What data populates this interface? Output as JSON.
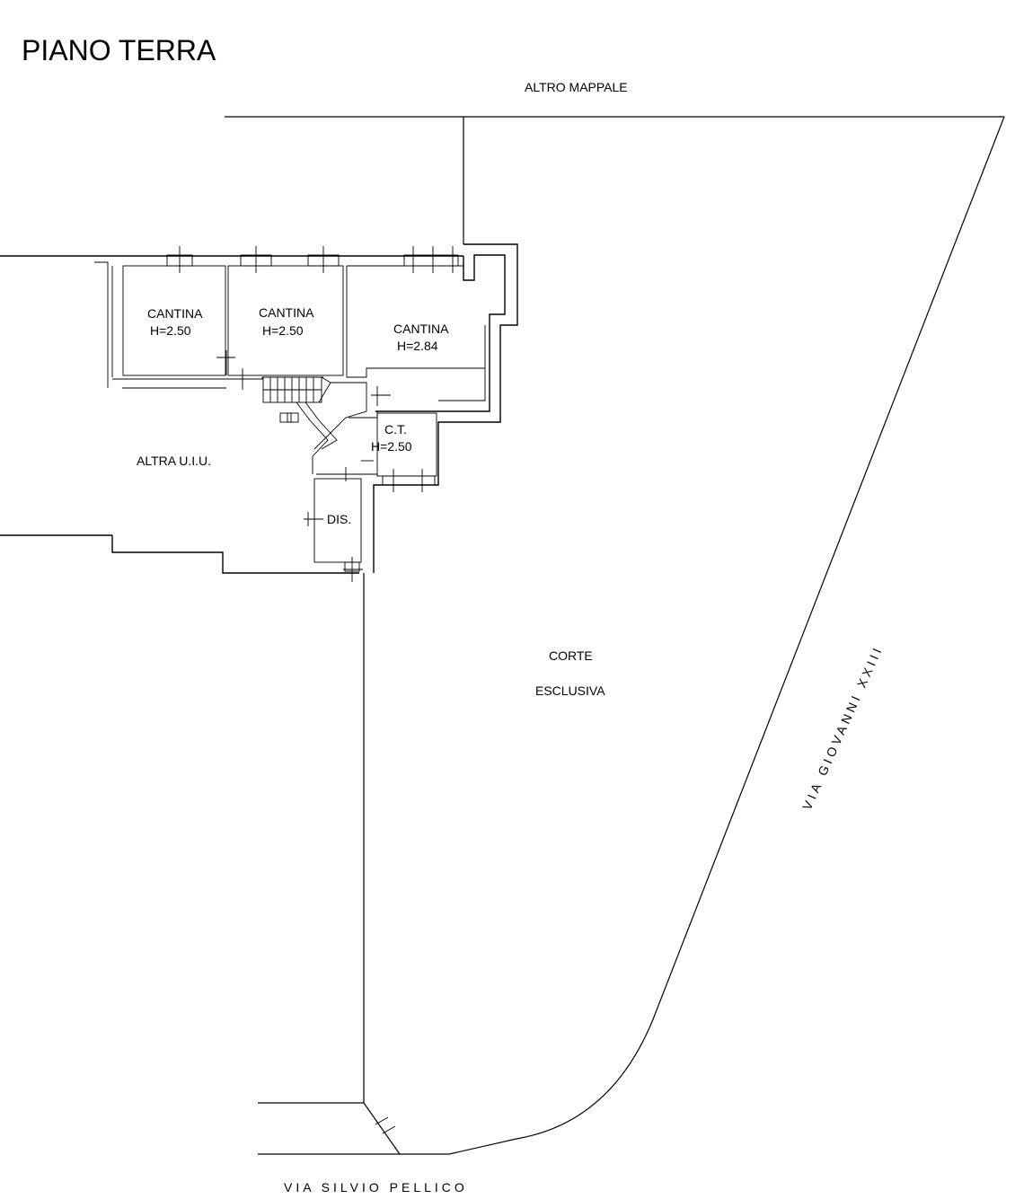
{
  "title": "PIANO TERRA",
  "neighbors": {
    "north": "ALTRO MAPPALE",
    "west": "ALTRA U.I.U."
  },
  "rooms": [
    {
      "name": "CANTINA",
      "height": "H=2.50"
    },
    {
      "name": "CANTINA",
      "height": "H=2.50"
    },
    {
      "name": "CANTINA",
      "height": "H=2.84"
    },
    {
      "name": "C.T.",
      "height": "H=2.50"
    },
    {
      "name": "DIS.",
      "height": ""
    }
  ],
  "courtyard": {
    "line1": "CORTE",
    "line2": "ESCLUSIVA"
  },
  "streets": {
    "east": "VIA GIOVANNI XXIII",
    "south": "VIA SILVIO PELLICO"
  }
}
